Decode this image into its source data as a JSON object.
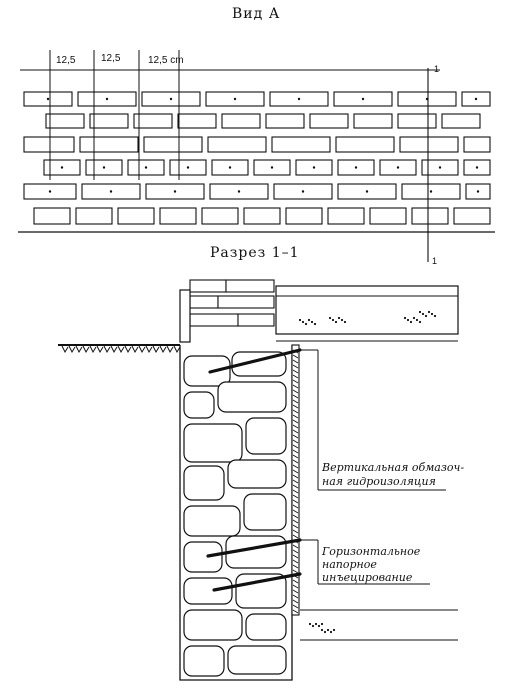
{
  "view_title": "Вид А",
  "section_title": "Разрез 1–1",
  "dimensions": [
    "12,5",
    "12,5",
    "12,5 cm"
  ],
  "section_mark": "1",
  "callouts": {
    "vertical_waterproofing": [
      "Вертикальная обмазоч-",
      "ная гидроизоляция"
    ],
    "horizontal_injection": [
      "Горизонтальное",
      "напорное",
      "инъецирование"
    ]
  },
  "colors": {
    "line": "#111111",
    "fill": "#ffffff",
    "ground": "#222222"
  }
}
